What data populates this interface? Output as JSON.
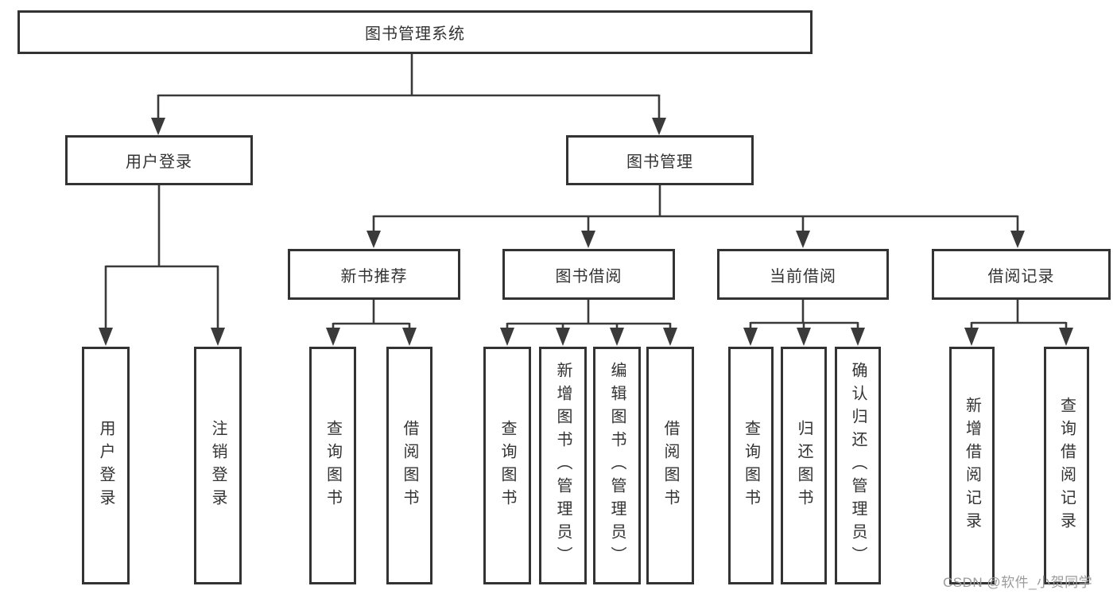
{
  "tree": {
    "root": {
      "label": "图书管理系统"
    },
    "branches": [
      {
        "label": "用户登录",
        "leaves": [
          {
            "label": "用户登录"
          },
          {
            "label": "注销登录"
          }
        ]
      },
      {
        "label": "图书管理",
        "groups": [
          {
            "label": "新书推荐",
            "leaves": [
              {
                "label": "查询图书"
              },
              {
                "label": "借阅图书"
              }
            ]
          },
          {
            "label": "图书借阅",
            "leaves": [
              {
                "label": "查询图书"
              },
              {
                "label": "新增图书（管理员）"
              },
              {
                "label": "编辑图书（管理员）"
              },
              {
                "label": "借阅图书"
              }
            ]
          },
          {
            "label": "当前借阅",
            "leaves": [
              {
                "label": "查询图书"
              },
              {
                "label": "归还图书"
              },
              {
                "label": "确认归还（管理员）"
              }
            ]
          },
          {
            "label": "借阅记录",
            "leaves": [
              {
                "label": "新增借阅记录"
              },
              {
                "label": "查询借阅记录"
              }
            ]
          }
        ]
      }
    ]
  },
  "watermark": "CSDN @软件_小贺同学",
  "colors": {
    "line": "#3a3a3a",
    "box_border": "#333333",
    "box_fill": "#ffffff",
    "text": "#333333",
    "watermark": "#9b9b9b",
    "background": "#ffffff"
  }
}
